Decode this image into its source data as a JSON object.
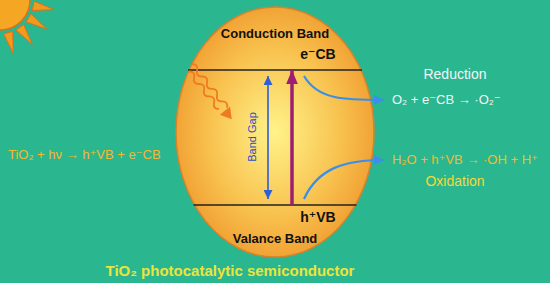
{
  "diagram": {
    "nodes": [
      {
        "text": [
          "TiO₂ photocatalytic semiconductor"
        ]
      },
      {
        "text": [
          "Conduction Band",
          "e⁻CB"
        ],
        "in": 0
      },
      {
        "text": [
          "h⁺VB",
          "Valance Band"
        ],
        "in": 0
      }
    ],
    "edges": [
      {
        "from": 2,
        "to": 1,
        "arrow": "to"
      }
    ],
    "labels": [
      "TiO₂ + hν → h⁺VB + e⁻CB",
      "Band Gap",
      "Reduction",
      "O₂ + e⁻CB → ·O₂⁻",
      "H₂O + h⁺VB → ·OH + H⁺",
      "Oxidation"
    ]
  }
}
